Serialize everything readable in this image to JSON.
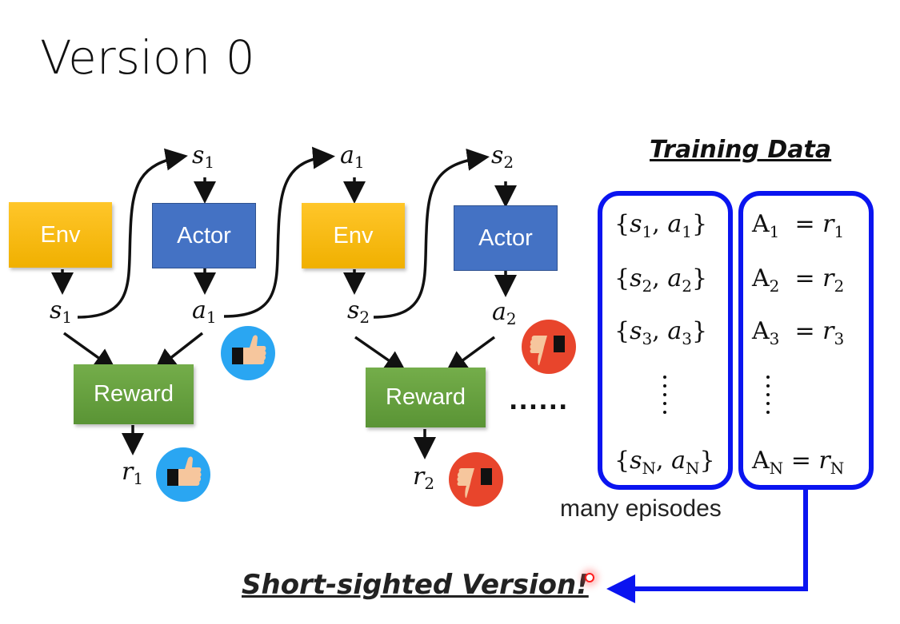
{
  "slide": {
    "title": "Version 0",
    "episode_steps": [
      {
        "env_label": "Env",
        "actor_label": "Actor",
        "reward_label": "Reward",
        "state": {
          "var": "s",
          "sub": "1"
        },
        "action": {
          "var": "a",
          "sub": "1"
        },
        "reward": {
          "var": "r",
          "sub": "1"
        },
        "action_feedback": "thumbs-up",
        "reward_feedback": "thumbs-up"
      },
      {
        "env_label": "Env",
        "actor_label": "Actor",
        "reward_label": "Reward",
        "state": {
          "var": "s",
          "sub": "2"
        },
        "action": {
          "var": "a",
          "sub": "2"
        },
        "reward": {
          "var": "r",
          "sub": "2"
        },
        "action_feedback": "thumbs-down",
        "reward_feedback": "thumbs-down"
      }
    ],
    "continuation": "......",
    "training_data": {
      "title": "Training Data",
      "pairs": [
        {
          "s": "s",
          "s_sub": "1",
          "a": "a",
          "a_sub": "1"
        },
        {
          "s": "s",
          "s_sub": "2",
          "a": "a",
          "a_sub": "2"
        },
        {
          "s": "s",
          "s_sub": "3",
          "a": "a",
          "a_sub": "3"
        },
        {
          "s": "s",
          "s_sub": "N",
          "a": "a",
          "a_sub": "N"
        }
      ],
      "advantages": [
        {
          "A": "A",
          "A_sub": "1",
          "eq": "=",
          "r": "r",
          "r_sub": "1"
        },
        {
          "A": "A",
          "A_sub": "2",
          "eq": "=",
          "r": "r",
          "r_sub": "2"
        },
        {
          "A": "A",
          "A_sub": "3",
          "eq": "=",
          "r": "r",
          "r_sub": "3"
        },
        {
          "A": "A",
          "A_sub": "N",
          "eq": "=",
          "r": "r",
          "r_sub": "N"
        }
      ],
      "caption": "many episodes"
    },
    "conclusion": "Short-sighted Version!",
    "colors": {
      "env": "#ffc000",
      "actor": "#4472c4",
      "reward": "#70ad47",
      "bracket": "#0a14f0",
      "thumbs_up_bg": "#2aa6f2",
      "thumbs_down_bg": "#e8452c"
    }
  }
}
